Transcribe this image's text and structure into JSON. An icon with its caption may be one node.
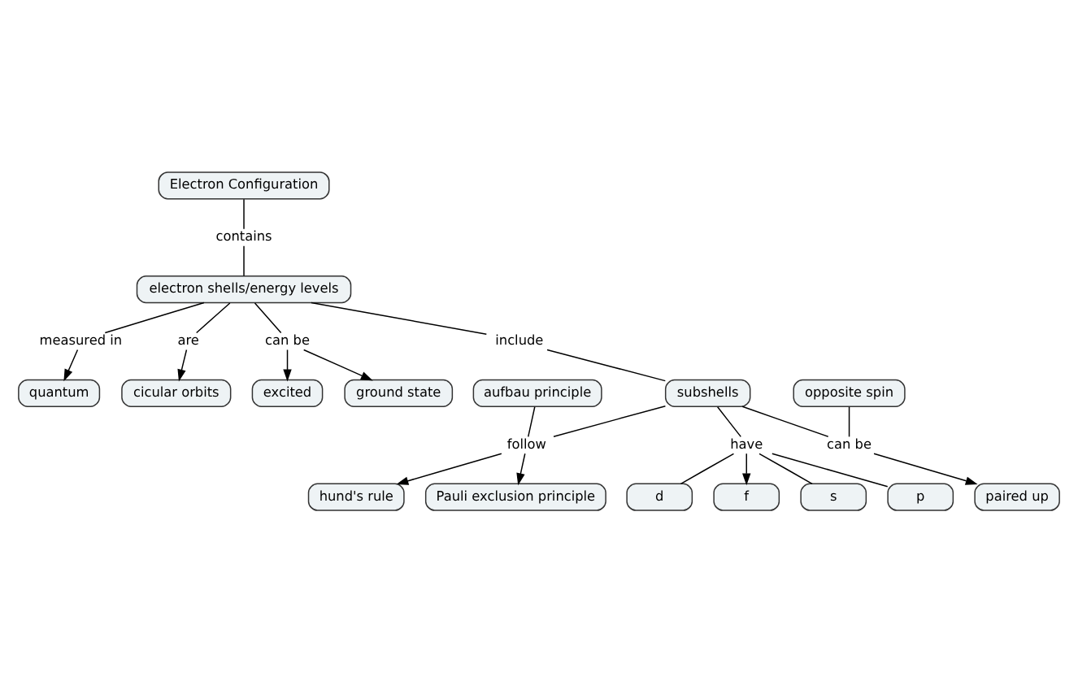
{
  "diagram": {
    "nodes": [
      {
        "text": [
          "Electron Configuration"
        ]
      },
      {
        "text": [
          "contains"
        ]
      },
      {
        "text": [
          "electron shells/energy levels"
        ]
      },
      {
        "text": [
          "measured in"
        ]
      },
      {
        "text": [
          "quantum"
        ]
      },
      {
        "text": [
          "are"
        ]
      },
      {
        "text": [
          "cicular orbits"
        ]
      },
      {
        "text": [
          "can be"
        ]
      },
      {
        "text": [
          "ground state"
        ]
      },
      {
        "text": [
          "excited"
        ]
      },
      {
        "text": [
          "include"
        ]
      },
      {
        "text": [
          "subshells"
        ]
      },
      {
        "text": [
          "follow"
        ]
      },
      {
        "text": [
          "Pauli exclusion principle"
        ]
      },
      {
        "text": [
          "hund's rule"
        ]
      },
      {
        "text": [
          "aufbau principle"
        ]
      },
      {
        "text": [
          "can be"
        ]
      },
      {
        "text": [
          "paired up"
        ]
      },
      {
        "text": [
          "opposite spin"
        ]
      },
      {
        "text": [
          "have"
        ]
      },
      {
        "text": [
          "s"
        ]
      },
      {
        "text": [
          "p"
        ]
      },
      {
        "text": [
          "d"
        ]
      },
      {
        "text": [
          "f"
        ]
      }
    ],
    "edges": [
      {
        "from": 0,
        "to": 1,
        "arrow": "none"
      },
      {
        "from": 1,
        "to": 2,
        "arrow": "none"
      },
      {
        "from": 2,
        "to": 3,
        "arrow": "none"
      },
      {
        "from": 3,
        "to": 4,
        "arrow": "to"
      },
      {
        "from": 2,
        "to": 5,
        "arrow": "none"
      },
      {
        "from": 5,
        "to": 6,
        "arrow": "to"
      },
      {
        "from": 2,
        "to": 7,
        "arrow": "none"
      },
      {
        "from": 7,
        "to": 8,
        "arrow": "to"
      },
      {
        "from": 7,
        "to": 9,
        "arrow": "to"
      },
      {
        "from": 2,
        "to": 10,
        "arrow": "none"
      },
      {
        "from": 10,
        "to": 11,
        "arrow": "none"
      },
      {
        "from": 11,
        "to": 12,
        "arrow": "none"
      },
      {
        "from": 12,
        "to": 13,
        "arrow": "to"
      },
      {
        "from": 12,
        "to": 14,
        "arrow": "to"
      },
      {
        "from": 15,
        "to": 12,
        "arrow": "none"
      },
      {
        "from": 11,
        "to": 16,
        "arrow": "none"
      },
      {
        "from": 16,
        "to": 17,
        "arrow": "to"
      },
      {
        "from": 18,
        "to": 16,
        "arrow": "none"
      },
      {
        "from": 11,
        "to": 19,
        "arrow": "none"
      },
      {
        "from": 19,
        "to": 20,
        "arrow": "none"
      },
      {
        "from": 19,
        "to": 21,
        "arrow": "none"
      },
      {
        "from": 19,
        "to": 22,
        "arrow": "none"
      },
      {
        "from": 19,
        "to": 23,
        "arrow": "to"
      }
    ]
  }
}
